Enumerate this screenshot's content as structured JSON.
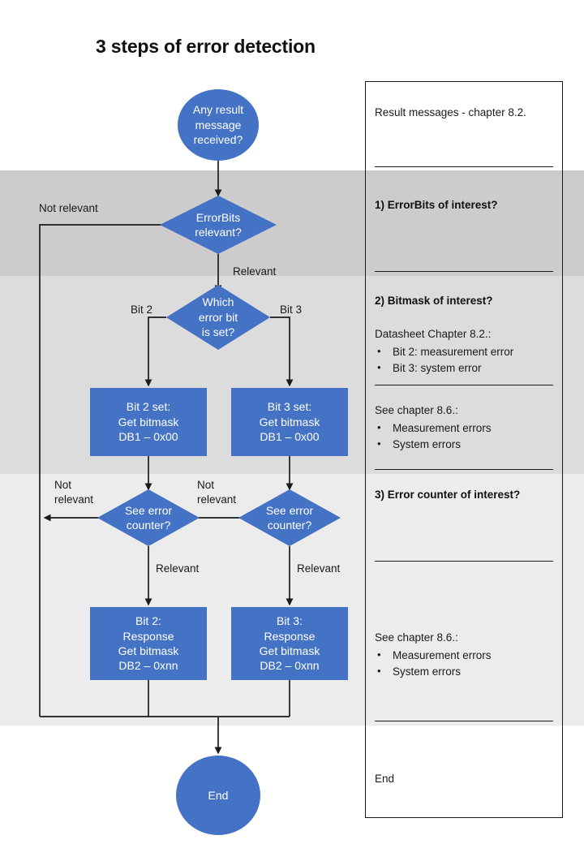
{
  "title": "3 steps of error detection",
  "colors": {
    "node_blue": "#4472C4",
    "band_1": "#CCCCCC",
    "band_2": "#DCDCDC",
    "band_3": "#ECECEC",
    "line": "#1A1A1A",
    "node_text": "#FFFFFF"
  },
  "flow": {
    "start": "Any result\nmessage\nreceived?",
    "errorbits_decision": "ErrorBits\nrelevant?",
    "which_bit_decision": "Which\nerror bit\nis set?",
    "bit2_bitmask": "Bit 2 set:\nGet bitmask\nDB1 – 0x00",
    "bit3_bitmask": "Bit 3 set:\nGet bitmask\nDB1 – 0x00",
    "counter_decision_left": "See error\ncounter?",
    "counter_decision_right": "See error\ncounter?",
    "bit2_response": "Bit 2:\nResponse\nGet bitmask\nDB2 – 0xnn",
    "bit3_response": "Bit 3:\nResponse\nGet bitmask\nDB2 – 0xnn",
    "end": "End"
  },
  "edge_labels": {
    "errorbits_not_relevant": "Not relevant",
    "errorbits_relevant": "Relevant",
    "bit2": "Bit 2",
    "bit3": "Bit 3",
    "counter_left_not_relevant": "Not\nrelevant",
    "counter_right_not_relevant": "Not\nrelevant",
    "counter_left_relevant": "Relevant",
    "counter_right_relevant": "Relevant"
  },
  "panel": {
    "section_0": {
      "text": "Result messages - chapter 8.2."
    },
    "section_1": {
      "heading": "1) ErrorBits of interest?"
    },
    "section_2": {
      "heading": "2) Bitmask of interest?",
      "sub_a_text": "Datasheet Chapter 8.2.:",
      "sub_a_items": [
        "Bit 2: measurement  error",
        "Bit 3: system error"
      ],
      "sub_b_text": "See chapter 8.6.:",
      "sub_b_items": [
        "Measurement  errors",
        "System errors"
      ]
    },
    "section_3": {
      "heading": "3) Error counter of interest?",
      "sub_text": "See chapter 8.6.:",
      "sub_items": [
        "Measurement  errors",
        "System errors"
      ]
    },
    "section_4": {
      "text": "End"
    }
  }
}
